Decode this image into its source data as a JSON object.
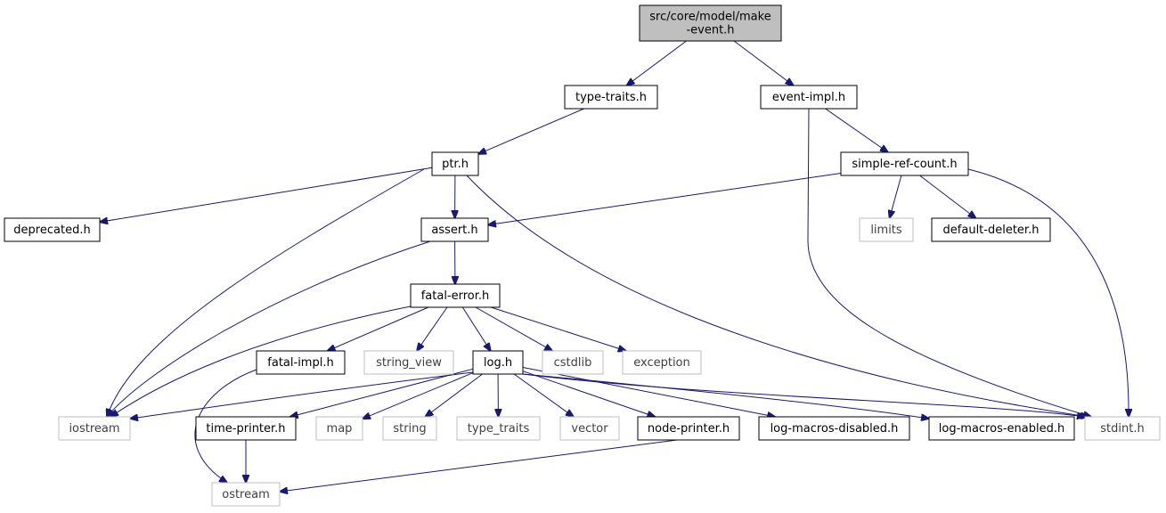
{
  "colors": {
    "root_fill": "#bfbfbf",
    "box_fill": "#ffffff",
    "box_stroke": "#000000",
    "external_stroke": "#bfbfbf",
    "external_text": "#3f3f3f",
    "edge": "#191970"
  },
  "nodes": [
    {
      "id": "root",
      "label": [
        "src/core/model/make",
        "-event.h"
      ],
      "kind": "root"
    },
    {
      "id": "type_traits_h",
      "label": [
        "type-traits.h"
      ],
      "kind": "header"
    },
    {
      "id": "event_impl_h",
      "label": [
        "event-impl.h"
      ],
      "kind": "header"
    },
    {
      "id": "ptr_h",
      "label": [
        "ptr.h"
      ],
      "kind": "header"
    },
    {
      "id": "simple_ref_count_h",
      "label": [
        "simple-ref-count.h"
      ],
      "kind": "header"
    },
    {
      "id": "deprecated_h",
      "label": [
        "deprecated.h"
      ],
      "kind": "header"
    },
    {
      "id": "assert_h",
      "label": [
        "assert.h"
      ],
      "kind": "header"
    },
    {
      "id": "limits",
      "label": [
        "limits"
      ],
      "kind": "system"
    },
    {
      "id": "default_deleter_h",
      "label": [
        "default-deleter.h"
      ],
      "kind": "header"
    },
    {
      "id": "fatal_error_h",
      "label": [
        "fatal-error.h"
      ],
      "kind": "header"
    },
    {
      "id": "fatal_impl_h",
      "label": [
        "fatal-impl.h"
      ],
      "kind": "header"
    },
    {
      "id": "string_view",
      "label": [
        "string_view"
      ],
      "kind": "system"
    },
    {
      "id": "log_h",
      "label": [
        "log.h"
      ],
      "kind": "header"
    },
    {
      "id": "cstdlib",
      "label": [
        "cstdlib"
      ],
      "kind": "system"
    },
    {
      "id": "exception",
      "label": [
        "exception"
      ],
      "kind": "system"
    },
    {
      "id": "iostream",
      "label": [
        "iostream"
      ],
      "kind": "system"
    },
    {
      "id": "time_printer_h",
      "label": [
        "time-printer.h"
      ],
      "kind": "header"
    },
    {
      "id": "map",
      "label": [
        "map"
      ],
      "kind": "system"
    },
    {
      "id": "string",
      "label": [
        "string"
      ],
      "kind": "system"
    },
    {
      "id": "type_traits",
      "label": [
        "type_traits"
      ],
      "kind": "system"
    },
    {
      "id": "vector",
      "label": [
        "vector"
      ],
      "kind": "system"
    },
    {
      "id": "node_printer_h",
      "label": [
        "node-printer.h"
      ],
      "kind": "header"
    },
    {
      "id": "log_macros_disabled_h",
      "label": [
        "log-macros-disabled.h"
      ],
      "kind": "header"
    },
    {
      "id": "log_macros_enabled_h",
      "label": [
        "log-macros-enabled.h"
      ],
      "kind": "header"
    },
    {
      "id": "stdint_h",
      "label": [
        "stdint.h"
      ],
      "kind": "system"
    },
    {
      "id": "ostream",
      "label": [
        "ostream"
      ],
      "kind": "system"
    }
  ],
  "edges": [
    {
      "from": "root",
      "to": "type_traits_h"
    },
    {
      "from": "root",
      "to": "event_impl_h"
    },
    {
      "from": "type_traits_h",
      "to": "ptr_h"
    },
    {
      "from": "event_impl_h",
      "to": "simple_ref_count_h"
    },
    {
      "from": "event_impl_h",
      "to": "stdint_h"
    },
    {
      "from": "ptr_h",
      "to": "deprecated_h"
    },
    {
      "from": "ptr_h",
      "to": "assert_h"
    },
    {
      "from": "ptr_h",
      "to": "iostream"
    },
    {
      "from": "ptr_h",
      "to": "stdint_h"
    },
    {
      "from": "simple_ref_count_h",
      "to": "assert_h"
    },
    {
      "from": "simple_ref_count_h",
      "to": "limits"
    },
    {
      "from": "simple_ref_count_h",
      "to": "default_deleter_h"
    },
    {
      "from": "simple_ref_count_h",
      "to": "stdint_h"
    },
    {
      "from": "assert_h",
      "to": "fatal_error_h"
    },
    {
      "from": "assert_h",
      "to": "iostream"
    },
    {
      "from": "fatal_error_h",
      "to": "iostream"
    },
    {
      "from": "fatal_error_h",
      "to": "fatal_impl_h"
    },
    {
      "from": "fatal_error_h",
      "to": "string_view"
    },
    {
      "from": "fatal_error_h",
      "to": "log_h"
    },
    {
      "from": "fatal_error_h",
      "to": "cstdlib"
    },
    {
      "from": "fatal_error_h",
      "to": "exception"
    },
    {
      "from": "fatal_impl_h",
      "to": "ostream"
    },
    {
      "from": "log_h",
      "to": "iostream"
    },
    {
      "from": "log_h",
      "to": "time_printer_h"
    },
    {
      "from": "log_h",
      "to": "map"
    },
    {
      "from": "log_h",
      "to": "string"
    },
    {
      "from": "log_h",
      "to": "type_traits"
    },
    {
      "from": "log_h",
      "to": "vector"
    },
    {
      "from": "log_h",
      "to": "node_printer_h"
    },
    {
      "from": "log_h",
      "to": "log_macros_disabled_h"
    },
    {
      "from": "log_h",
      "to": "log_macros_enabled_h"
    },
    {
      "from": "log_h",
      "to": "stdint_h"
    },
    {
      "from": "time_printer_h",
      "to": "ostream"
    },
    {
      "from": "node_printer_h",
      "to": "ostream"
    }
  ]
}
